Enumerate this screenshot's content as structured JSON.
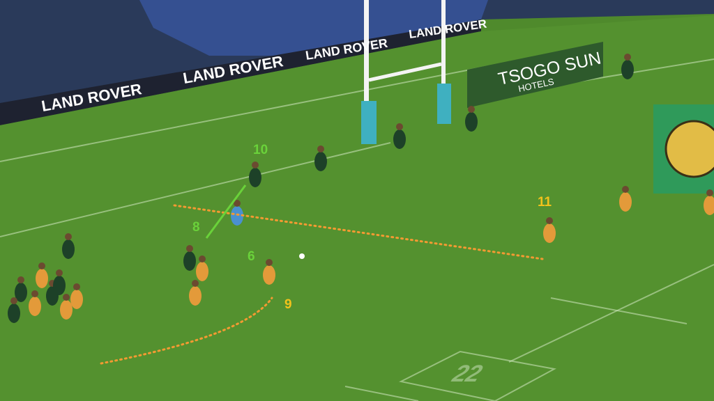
{
  "boards": {
    "sponsor_1": "LAND ROVER",
    "sponsor_2": "LAND ROVER",
    "sponsor_3": "LAND ROVER",
    "sponsor_4": "LAND ROVER"
  },
  "hotel_board": {
    "name": "TSOGO SUN",
    "sub": "HOTELS"
  },
  "field_marking": "22",
  "annotations": {
    "green_labels": [
      "10",
      "8",
      "6"
    ],
    "yellow_labels": [
      "9",
      "11"
    ]
  },
  "colors": {
    "pitch": "#4f8a2c",
    "green_annotation": "#6ad23a",
    "yellow_annotation": "#f2c21b",
    "orange_dots": "#f39a32",
    "springbok": "#1d4128",
    "wallaby": "#e39a3a"
  }
}
